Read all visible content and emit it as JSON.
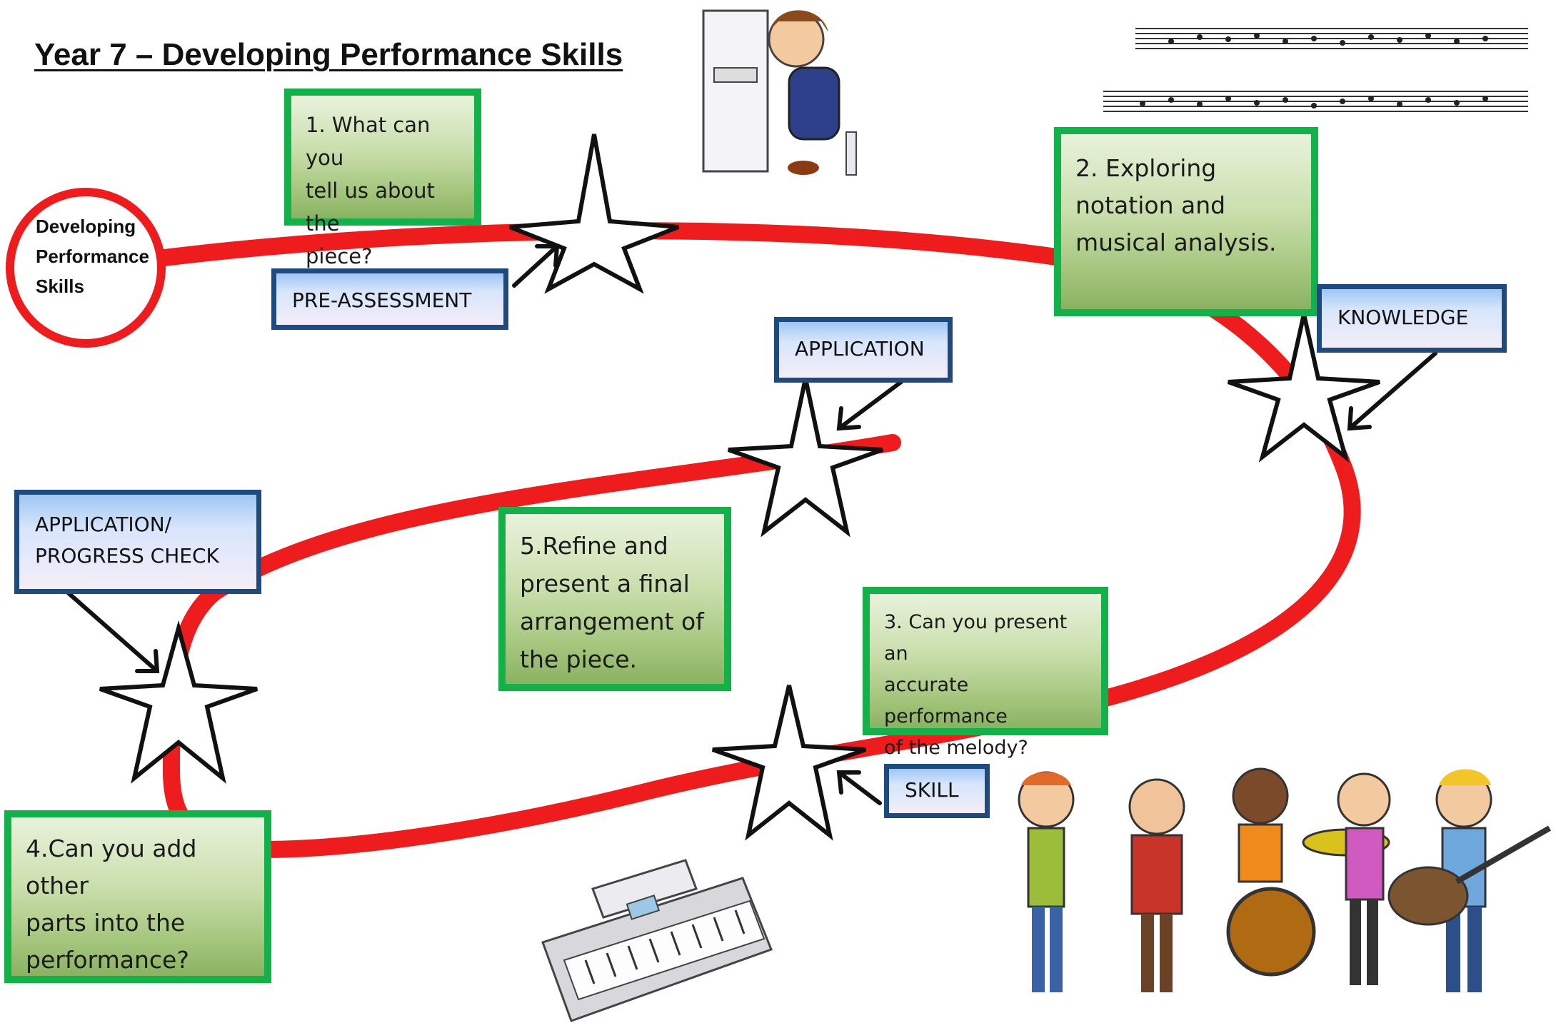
{
  "title": "Year 7 – Developing Performance Skills",
  "start_label": "Developing\nPerformance\nSkills",
  "steps": [
    {
      "text": "1. What can you\ntell us about the\npiece?"
    },
    {
      "text": "2. Exploring\nnotation and\nmusical analysis."
    },
    {
      "text": "3. Can you present an\naccurate performance\nof the melody?"
    },
    {
      "text": "4.Can you add other\nparts into the\nperformance?"
    },
    {
      "text": "5.Refine and\npresent a final\narrangement of\nthe piece."
    }
  ],
  "stages": [
    {
      "label": "PRE-ASSESSMENT"
    },
    {
      "label": "KNOWLEDGE"
    },
    {
      "label": "SKILL"
    },
    {
      "label": "APPLICATION/\nPROGRESS CHECK"
    },
    {
      "label": "APPLICATION"
    }
  ],
  "colors": {
    "path": "#ee1c1c",
    "green_border": "#13b14a",
    "blue_border": "#1e4a7e"
  }
}
